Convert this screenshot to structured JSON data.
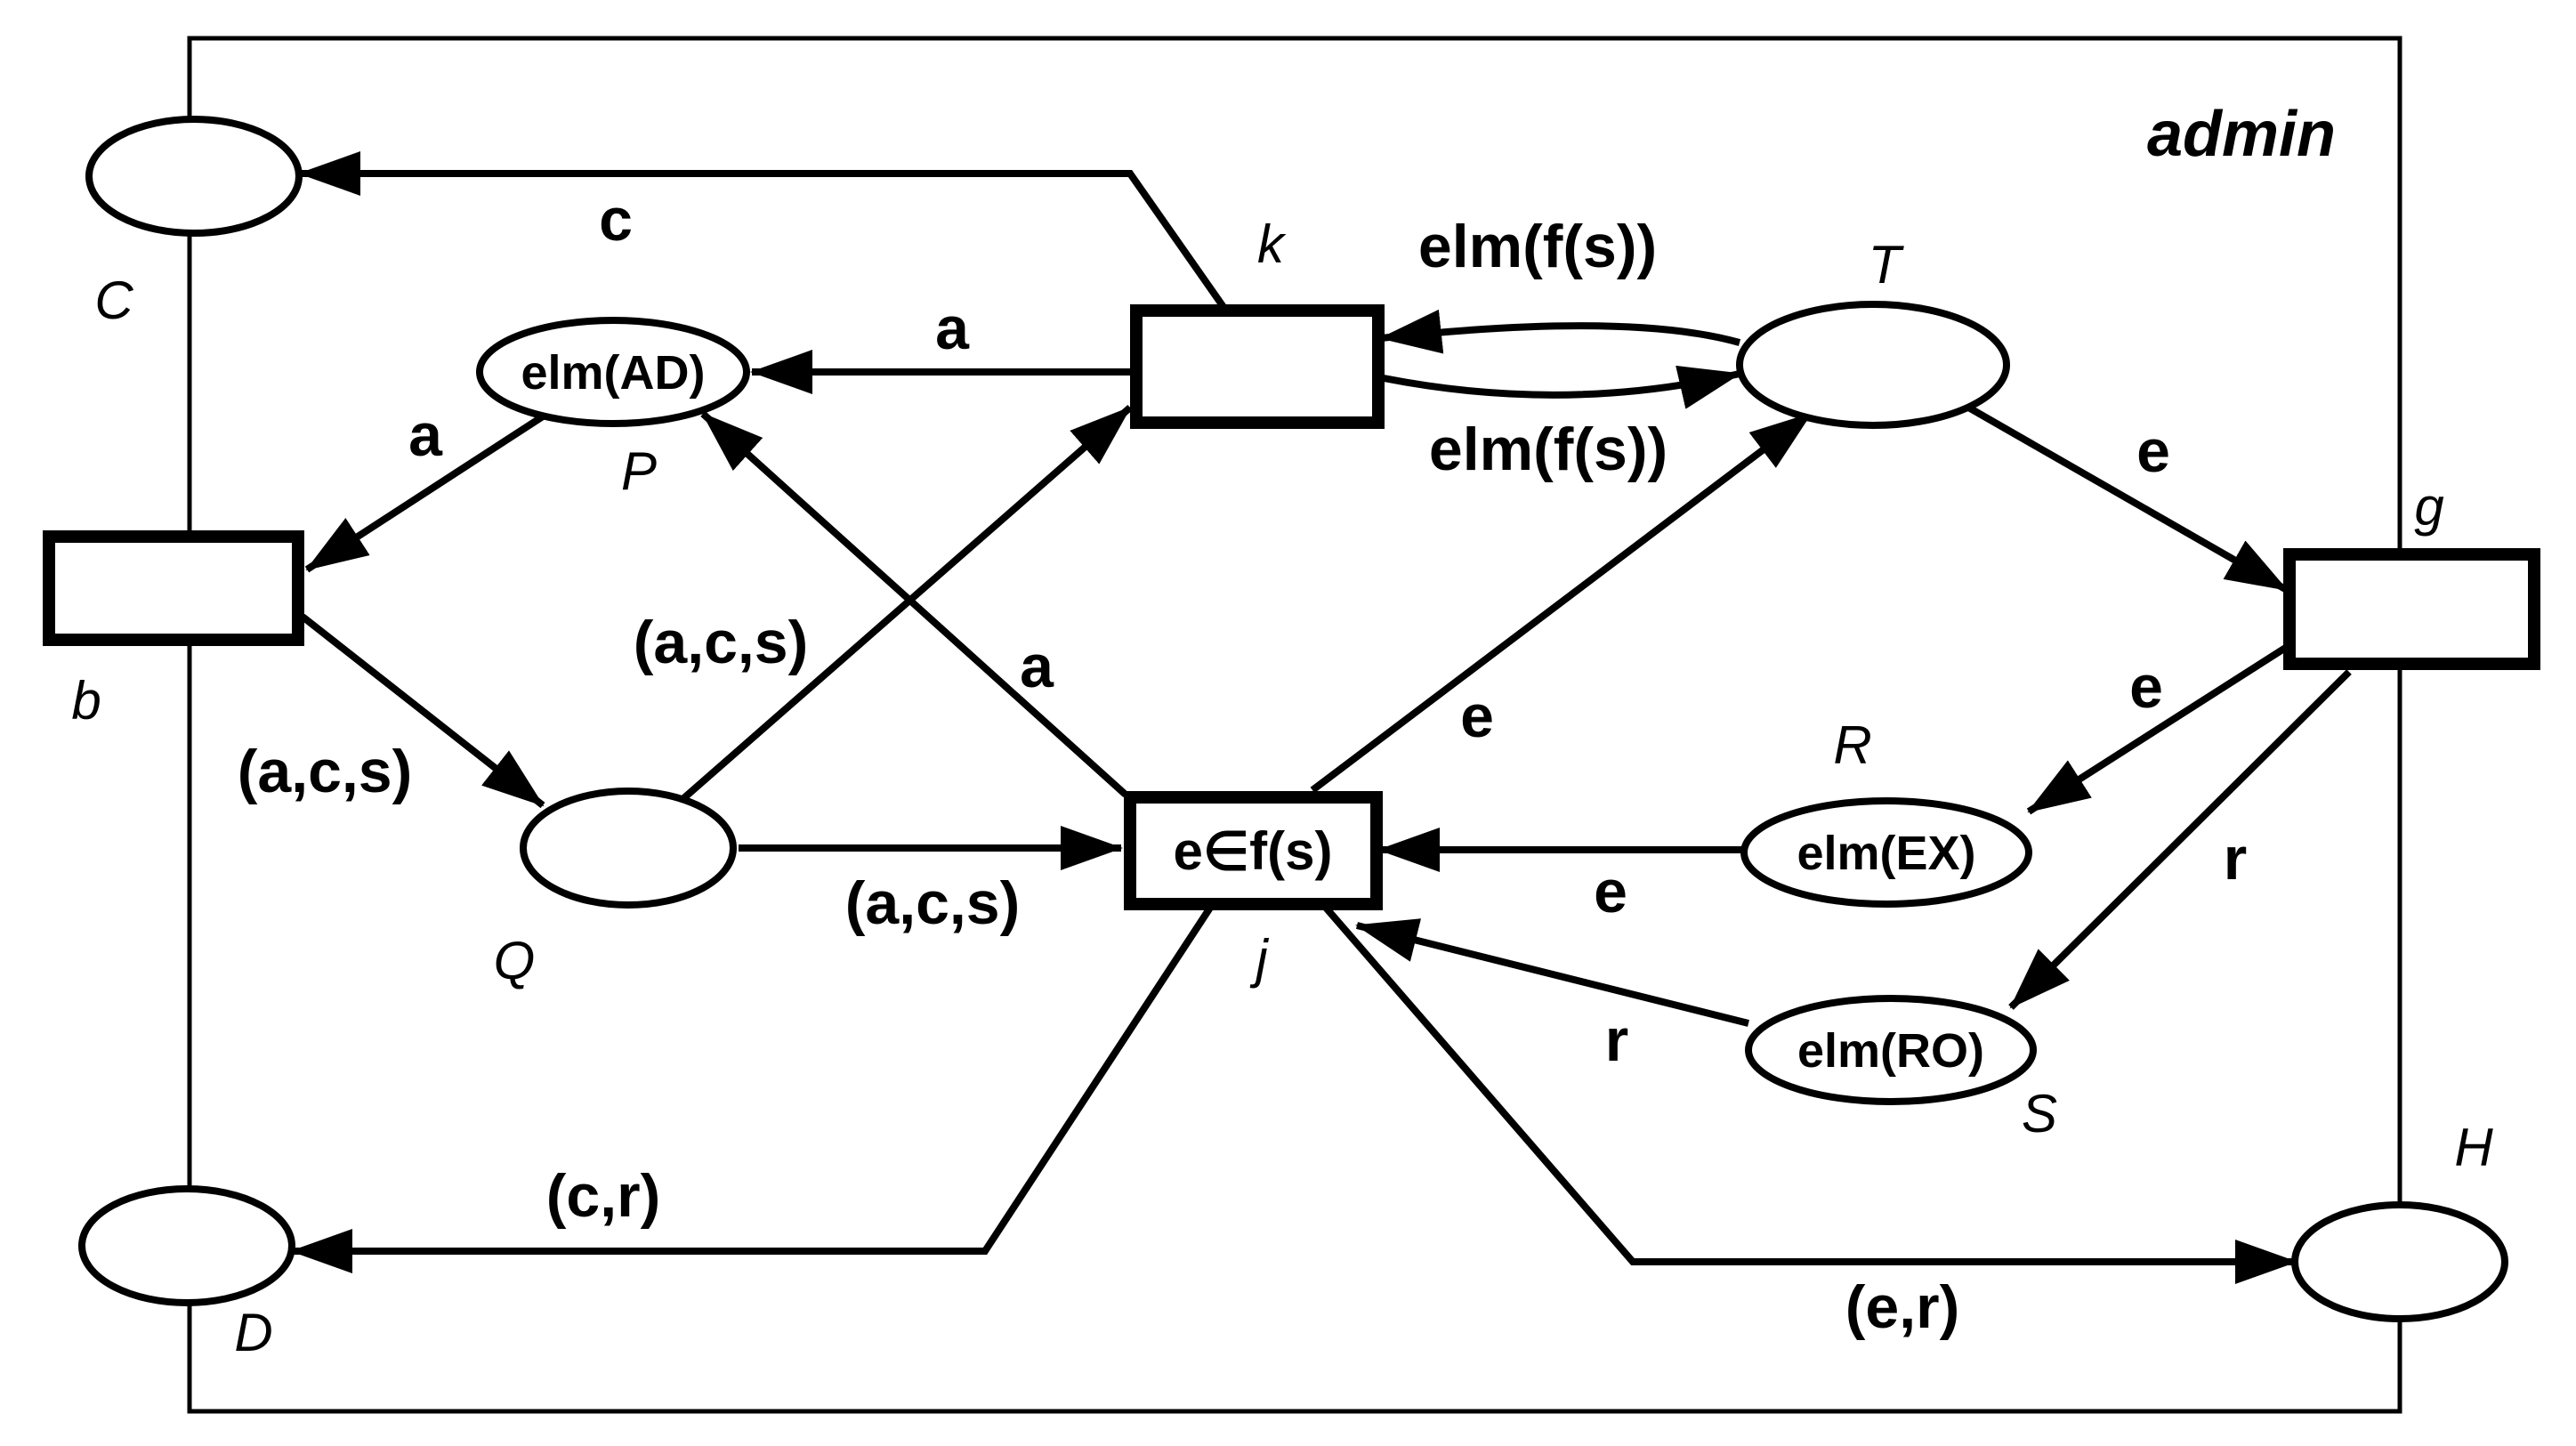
{
  "module_name": "admin",
  "places": {
    "C": {
      "name": "C",
      "inscription": ""
    },
    "P": {
      "name": "P",
      "inscription": "elm(AD)"
    },
    "Q": {
      "name": "Q",
      "inscription": ""
    },
    "T": {
      "name": "T",
      "inscription": ""
    },
    "R": {
      "name": "R",
      "inscription": "elm(EX)"
    },
    "S": {
      "name": "S",
      "inscription": "elm(RO)"
    },
    "D": {
      "name": "D",
      "inscription": ""
    },
    "H": {
      "name": "H",
      "inscription": ""
    }
  },
  "transitions": {
    "b": {
      "name": "b",
      "guard": ""
    },
    "k": {
      "name": "k",
      "guard": ""
    },
    "g": {
      "name": "g",
      "guard": ""
    },
    "j": {
      "name": "j",
      "guard": "e∈f(s)"
    }
  },
  "arcs": {
    "k_C": {
      "from": "k",
      "to": "C",
      "label": "c"
    },
    "k_P": {
      "from": "k",
      "to": "P",
      "label": "a"
    },
    "T_k": {
      "from": "T",
      "to": "k",
      "label": "elm(f(s))"
    },
    "k_T": {
      "from": "k",
      "to": "T",
      "label": "elm(f(s))"
    },
    "P_b": {
      "from": "P",
      "to": "b",
      "label": "a"
    },
    "b_Q": {
      "from": "b",
      "to": "Q",
      "label": "(a,c,s)"
    },
    "Q_k": {
      "from": "Q",
      "to": "k",
      "label": "(a,c,s)"
    },
    "j_P": {
      "from": "j",
      "to": "P",
      "label": "a"
    },
    "j_T": {
      "from": "j",
      "to": "T",
      "label": "e"
    },
    "T_g": {
      "from": "T",
      "to": "g",
      "label": "e"
    },
    "g_R": {
      "from": "g",
      "to": "R",
      "label": "e"
    },
    "g_S": {
      "from": "g",
      "to": "S",
      "label": "r"
    },
    "Q_j": {
      "from": "Q",
      "to": "j",
      "label": "(a,c,s)"
    },
    "R_j": {
      "from": "R",
      "to": "j",
      "label": "e"
    },
    "S_j": {
      "from": "S",
      "to": "j",
      "label": "r"
    },
    "j_D": {
      "from": "j",
      "to": "D",
      "label": "(c,r)"
    },
    "j_H": {
      "from": "j",
      "to": "H",
      "label": "(e,r)"
    }
  }
}
